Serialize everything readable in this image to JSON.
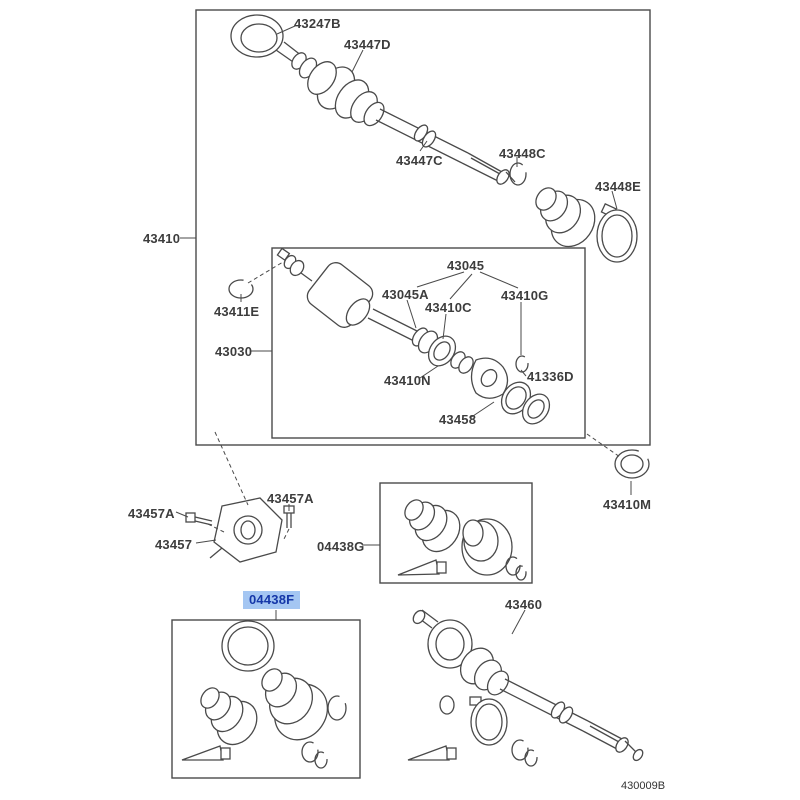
{
  "diagram": {
    "code": "430009B",
    "background": "#ffffff",
    "line_color": "#4a4a4a",
    "label_color": "#3d3d3d",
    "highlight_bg": "#a4c6f2",
    "highlight_text": "#1537a8",
    "description": "Front drive shaft parts diagram"
  },
  "parts": [
    {
      "id": "43247B",
      "label": "43247B",
      "highlighted": false
    },
    {
      "id": "43447D",
      "label": "43447D",
      "highlighted": false
    },
    {
      "id": "43447C",
      "label": "43447C",
      "highlighted": false
    },
    {
      "id": "43448C",
      "label": "43448C",
      "highlighted": false
    },
    {
      "id": "43448E",
      "label": "43448E",
      "highlighted": false
    },
    {
      "id": "43410",
      "label": "43410",
      "highlighted": false
    },
    {
      "id": "43411E",
      "label": "43411E",
      "highlighted": false
    },
    {
      "id": "43030",
      "label": "43030",
      "highlighted": false
    },
    {
      "id": "43045",
      "label": "43045",
      "highlighted": false
    },
    {
      "id": "43045A",
      "label": "43045A",
      "highlighted": false
    },
    {
      "id": "43410C",
      "label": "43410C",
      "highlighted": false
    },
    {
      "id": "43410G",
      "label": "43410G",
      "highlighted": false
    },
    {
      "id": "43410N",
      "label": "43410N",
      "highlighted": false
    },
    {
      "id": "41336D",
      "label": "41336D",
      "highlighted": false
    },
    {
      "id": "43458",
      "label": "43458",
      "highlighted": false
    },
    {
      "id": "43410M",
      "label": "43410M",
      "highlighted": false
    },
    {
      "id": "43457A-left",
      "label": "43457A",
      "highlighted": false
    },
    {
      "id": "43457A-top",
      "label": "43457A",
      "highlighted": false
    },
    {
      "id": "43457",
      "label": "43457",
      "highlighted": false
    },
    {
      "id": "04438G",
      "label": "04438G",
      "highlighted": false
    },
    {
      "id": "04438F",
      "label": "04438F",
      "highlighted": true
    },
    {
      "id": "43460",
      "label": "43460",
      "highlighted": false
    }
  ]
}
